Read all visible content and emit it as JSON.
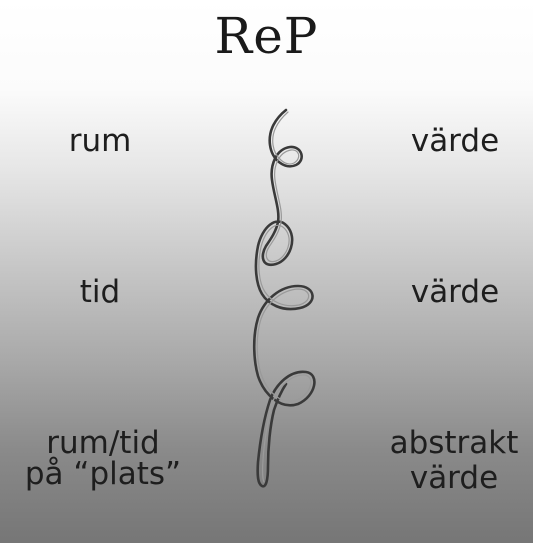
{
  "title": "ReP",
  "left_labels": {
    "row1": "rum",
    "row2": "tid",
    "row3_line1": "rum/tid",
    "row3_line2": "på “plats”"
  },
  "right_labels": {
    "row1": "värde",
    "row2": "värde",
    "row3_line1": "abstrakt",
    "row3_line2": "värde"
  },
  "colors": {
    "background_top": "#ffffff",
    "background_bottom": "#767676",
    "ink": "#1e1e1e"
  },
  "icon": "spiral-coil-icon"
}
